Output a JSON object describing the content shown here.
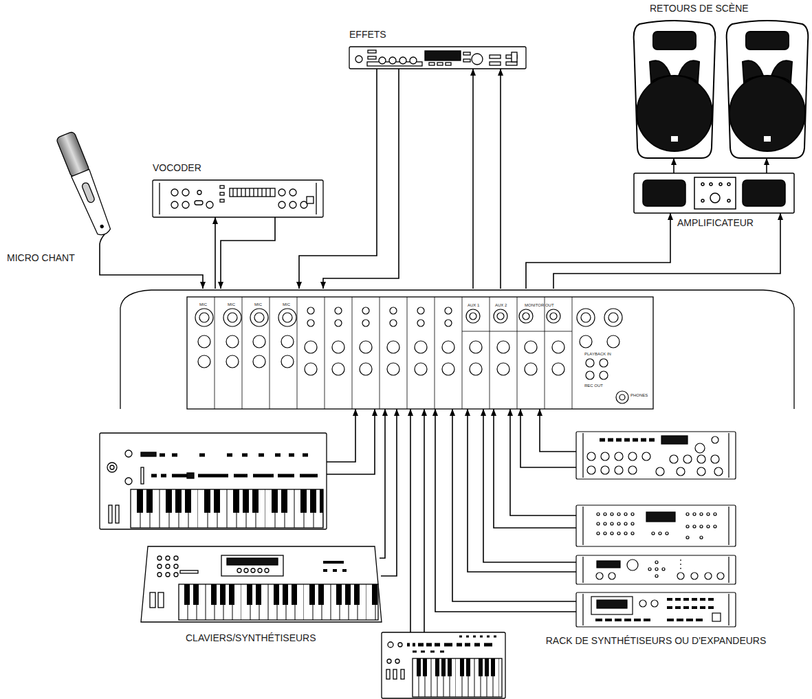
{
  "diagram": {
    "nodes": [
      {
        "text": [
          "RETOURS DE SCÈNE"
        ]
      },
      {
        "text": [
          "EFFETS"
        ]
      },
      {
        "text": [
          "VOCODER"
        ]
      },
      {
        "text": [
          "AMPLIFICATEUR"
        ]
      },
      {
        "text": [
          "MICRO CHANT"
        ]
      },
      {
        "text": [
          "MIC",
          "MIC",
          "MIC",
          "MIC",
          "AUX 1",
          "AUX 2",
          "MONITOR OUT",
          "PLAYBACK IN",
          "REC OUT",
          "PHONES"
        ]
      },
      {
        "text": [
          "CLAVIERS/SYNTHÉTISEURS"
        ]
      },
      {
        "text": [
          "RACK DE SYNTHÉTISEURS OU D'EXPANDEURS"
        ]
      }
    ],
    "edges": [
      {
        "from": 4,
        "to": 5,
        "arrow": "to"
      },
      {
        "from": 5,
        "to": 2,
        "arrow": "to"
      },
      {
        "from": 2,
        "to": 5,
        "arrow": "to"
      },
      {
        "from": 5,
        "to": 1,
        "arrow": "to"
      },
      {
        "from": 5,
        "to": 1,
        "arrow": "to"
      },
      {
        "from": 1,
        "to": 5,
        "arrow": "to"
      },
      {
        "from": 1,
        "to": 5,
        "arrow": "to"
      },
      {
        "from": 5,
        "to": 3,
        "arrow": "to"
      },
      {
        "from": 5,
        "to": 3,
        "arrow": "to"
      },
      {
        "from": 3,
        "to": 0,
        "arrow": "to"
      },
      {
        "from": 3,
        "to": 0,
        "arrow": "to"
      },
      {
        "from": 6,
        "to": 5,
        "arrow": "to"
      },
      {
        "from": 6,
        "to": 5,
        "arrow": "to"
      },
      {
        "from": 6,
        "to": 5,
        "arrow": "to"
      },
      {
        "from": 6,
        "to": 5,
        "arrow": "to"
      },
      {
        "from": 6,
        "to": 5,
        "arrow": "to"
      },
      {
        "from": 6,
        "to": 5,
        "arrow": "to"
      },
      {
        "from": 7,
        "to": 5,
        "arrow": "to"
      },
      {
        "from": 7,
        "to": 5,
        "arrow": "to"
      },
      {
        "from": 7,
        "to": 5,
        "arrow": "to"
      },
      {
        "from": 7,
        "to": 5,
        "arrow": "to"
      },
      {
        "from": 7,
        "to": 5,
        "arrow": "to"
      },
      {
        "from": 7,
        "to": 5,
        "arrow": "to"
      },
      {
        "from": 7,
        "to": 5,
        "arrow": "to"
      },
      {
        "from": 7,
        "to": 5,
        "arrow": "to"
      }
    ]
  }
}
